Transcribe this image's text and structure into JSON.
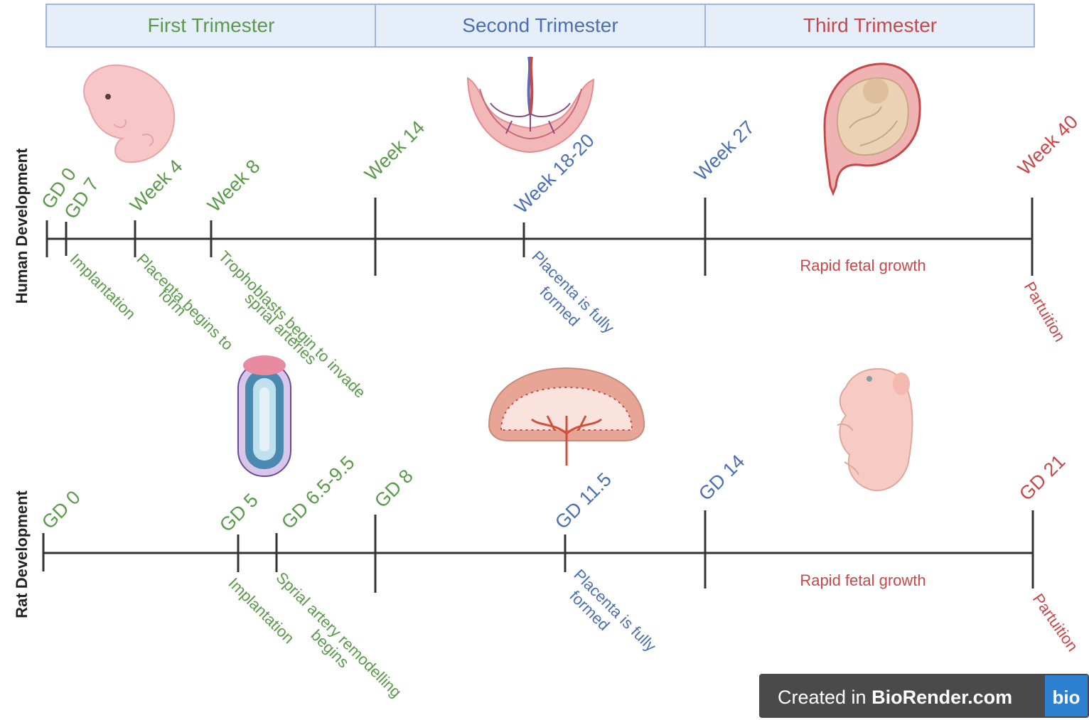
{
  "trimesters": [
    {
      "label": "First Trimester",
      "color": "#5a9a4a"
    },
    {
      "label": "Second Trimester",
      "color": "#4a6fb5"
    },
    {
      "label": "Third Trimester",
      "color": "#c8484a"
    }
  ],
  "human": {
    "axis_title": "Human Development",
    "ticks": [
      "GD 0",
      "GD 7",
      "Week 4",
      "Week 8",
      "Week 14",
      "Week 18-20",
      "Week 27",
      "Week 40"
    ],
    "events": [
      "Implantation",
      "Placenta begins to",
      "form",
      "Trophoblasts begin to invade",
      "sprial arteries",
      "Placenta is fully",
      "formed",
      "Rapid fetal growth",
      "Partuition"
    ]
  },
  "rat": {
    "axis_title": "Rat Development",
    "ticks": [
      "GD 0",
      "GD 5",
      "GD 6.5-9.5",
      "GD 8",
      "GD 11.5",
      "GD 14",
      "GD 21"
    ],
    "events": [
      "Implantation",
      "Sprial artery remodelling",
      "begins",
      "Placenta is fully",
      "formed",
      "Rapid fetal growth",
      "Partuition"
    ]
  },
  "colors": {
    "green": "#5a9a4a",
    "blue": "#4a6fb5",
    "red": "#c8484a",
    "header_fill": "#e6eef9",
    "header_border": "#9fb5db"
  },
  "badge": {
    "prefix": "Created in ",
    "brand": "BioRender.com",
    "logo": "bio"
  },
  "icons": [
    "embryo-icon",
    "placenta-icon",
    "fetus-in-uterus-icon",
    "rat-blastocyst-icon",
    "rat-placenta-icon",
    "rat-pup-icon"
  ]
}
